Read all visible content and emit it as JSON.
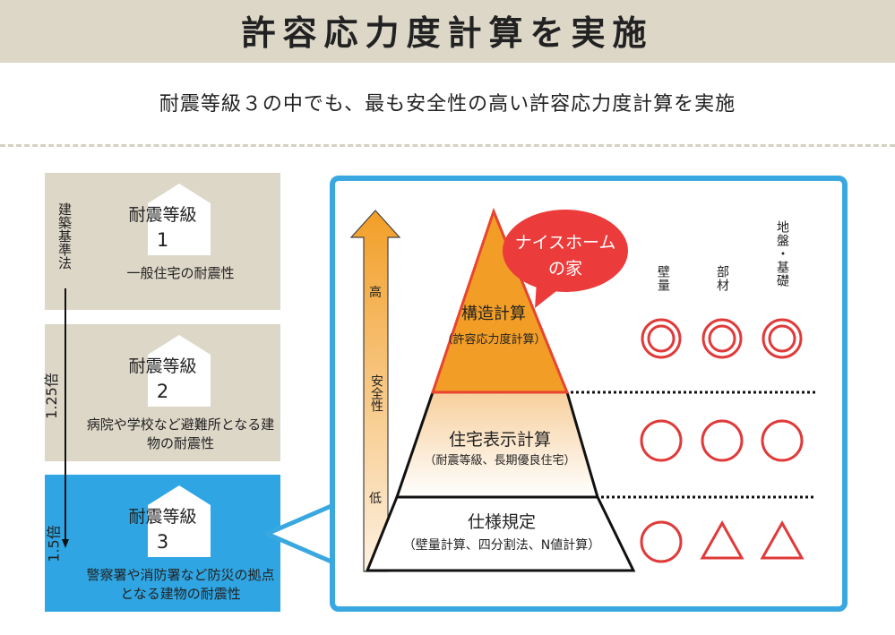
{
  "header": {
    "title": "許容応力度計算を実施",
    "subtitle": "耐震等級３の中でも、最も安全性の高い許容応力度計算を実施"
  },
  "grades": [
    {
      "label": "耐震等級",
      "number": "1",
      "description": "一般住宅の耐震性",
      "highlighted": false
    },
    {
      "label": "耐震等級",
      "number": "2",
      "description": "病院や学校など避難所となる建物の耐震性",
      "highlighted": false
    },
    {
      "label": "耐震等級",
      "number": "3",
      "description": "警察署や消防署など防災の拠点となる建物の耐震性",
      "highlighted": true
    }
  ],
  "scale": {
    "base_label": "建築基準法",
    "mult_2": "1.25倍",
    "mult_3": "1.5倍"
  },
  "safety_axis": {
    "high": "高",
    "label": "安全性",
    "low": "低"
  },
  "pyramid": [
    {
      "name": "構造計算",
      "sub": "（許容応力度計算）"
    },
    {
      "name": "住宅表示計算",
      "sub": "（耐震等級、長期優良住宅）"
    },
    {
      "name": "仕様規定",
      "sub": "（壁量計算、四分割法、N値計算）"
    }
  ],
  "bubble": {
    "line1": "ナイスホーム",
    "line2": "の家"
  },
  "columns": [
    "壁量",
    "部材",
    "地盤・基礎"
  ],
  "ratings": [
    [
      "double-circle",
      "double-circle",
      "double-circle"
    ],
    [
      "circle",
      "circle",
      "circle"
    ],
    [
      "circle",
      "triangle",
      "triangle"
    ]
  ],
  "colors": {
    "beige": "#ddd7c8",
    "blue": "#2fa6e3",
    "orange": "#f29e26",
    "red": "#e03a3a"
  }
}
